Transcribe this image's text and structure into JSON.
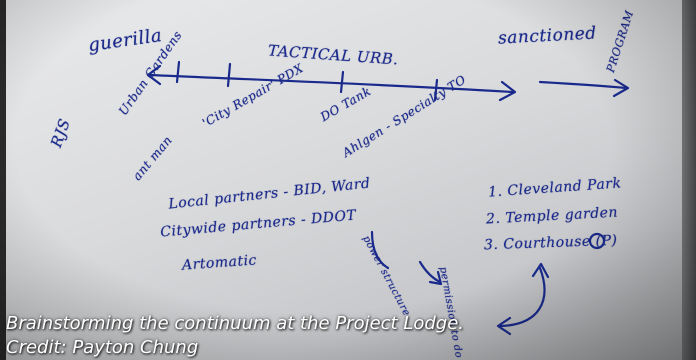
{
  "whiteboard": {
    "guerilla": "guerilla",
    "tactical_urb": "TACTICAL URB.",
    "sanctioned": "sanctioned",
    "program": "PROGRAM",
    "rjs": "RJS",
    "urban_gardens": "Urban Gardens",
    "ant_man": "ant man",
    "city_repair": "'City Repair' PDX",
    "do_tank": "DO Tank",
    "ahlgen_specialty": "Ahlgen - Specialty TO",
    "local_partners": "Local partners - BID, Ward",
    "citywide_partners": "Citywide partners - DDOT",
    "artomatic": "Artomatic",
    "power_structure": "power structure",
    "permission_to_do": "permission to do",
    "list_1": "1. Cleveland Park",
    "list_2": "2. Temple garden",
    "list_3": "3. Courthouse (P)"
  },
  "caption": {
    "line1": "Brainstorming the continuum at the Project Lodge.",
    "line2": "Credit: Payton Chung"
  }
}
